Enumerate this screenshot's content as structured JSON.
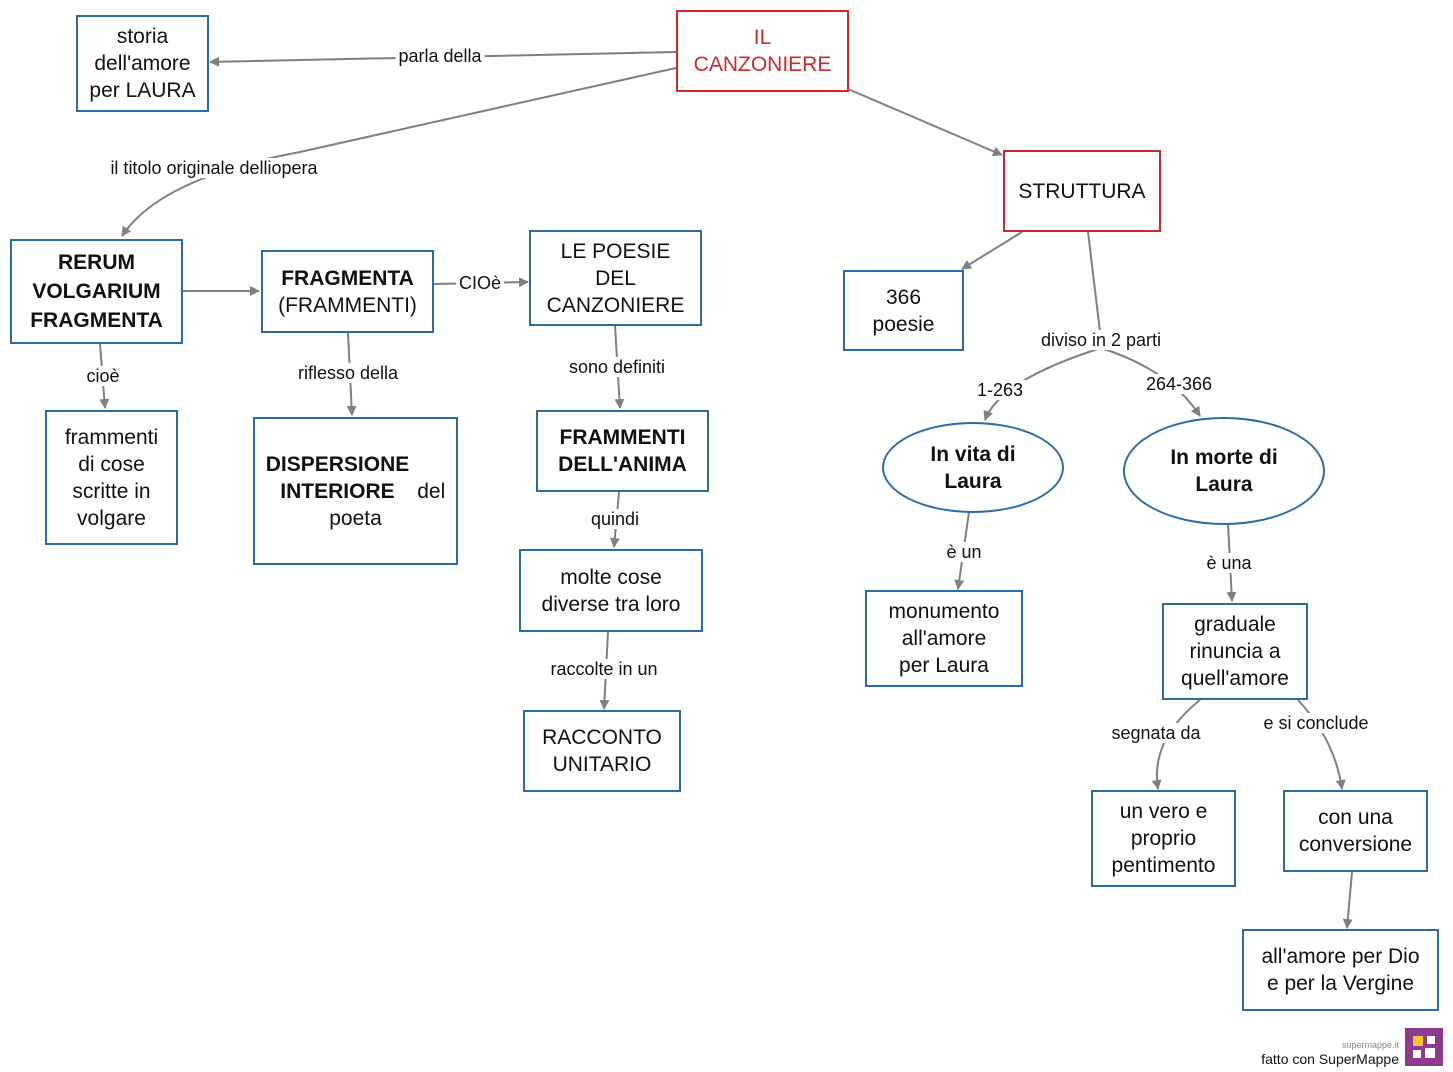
{
  "nodes": {
    "il_canzoniere": {
      "text": "IL\nCANZONIERE"
    },
    "storia": {
      "text": "storia\ndell'amore\nper LAURA"
    },
    "struttura": {
      "text": "STRUTTURA"
    },
    "rerum": {
      "text": "RERUM\nVOLGARIUM\nFRAGMENTA"
    },
    "fragmenta_bold": {
      "text": "FRAGMENTA"
    },
    "frammenti_paren": {
      "text": "(FRAMMENTI)"
    },
    "le_poesie": {
      "text": "LE POESIE\nDEL\nCANZONIERE"
    },
    "poesie_366": {
      "text": "366\npoesie"
    },
    "frammenti_cose": {
      "text": "frammenti\ndi cose\nscritte in\nvolgare"
    },
    "dispersione_bold": {
      "text": "DISPERSIONE\nINTERIORE"
    },
    "dispersione_rest1": {
      "text": "del"
    },
    "dispersione_rest2": {
      "text": "poeta"
    },
    "frammenti_anima": {
      "text": "FRAMMENTI\nDELL'ANIMA"
    },
    "molte_cose": {
      "text": "molte cose\ndiverse tra loro"
    },
    "racconto": {
      "text": "RACCONTO\nUNITARIO"
    },
    "in_vita": {
      "text": "In vita di\nLaura"
    },
    "in_morte": {
      "text": "In morte di\nLaura"
    },
    "monumento": {
      "text": "monumento\nall'amore\nper Laura"
    },
    "graduale": {
      "text": "graduale\nrinuncia a\nquell'amore"
    },
    "pentimento": {
      "text": "un vero e\nproprio\npentimento"
    },
    "conversione": {
      "text": "con una\nconversione"
    },
    "amore_dio": {
      "text": "all'amore per Dio\ne per la Vergine"
    }
  },
  "links": {
    "parla_della": "parla della",
    "titolo_originale": "il titolo originale delliopera",
    "cioe": "cioè",
    "cioe_caps": "CIOè",
    "riflesso_della": "riflesso della",
    "sono_definiti": "sono definiti",
    "quindi": "quindi",
    "raccolte_in_un": "raccolte in un",
    "diviso_in_2_parti": "diviso in 2 parti",
    "range_1": "1-263",
    "range_2": "264-366",
    "e_un": "è un",
    "e_una": "è una",
    "segnata_da": "segnata da",
    "e_si_conclude": "e si conclude"
  },
  "footer": {
    "site": "supermappe.it",
    "made_with": "fatto con SuperMappe"
  },
  "colors": {
    "box_border": "#2b6ca8",
    "root_border": "#cc2a2a",
    "arrow": "#808080"
  }
}
